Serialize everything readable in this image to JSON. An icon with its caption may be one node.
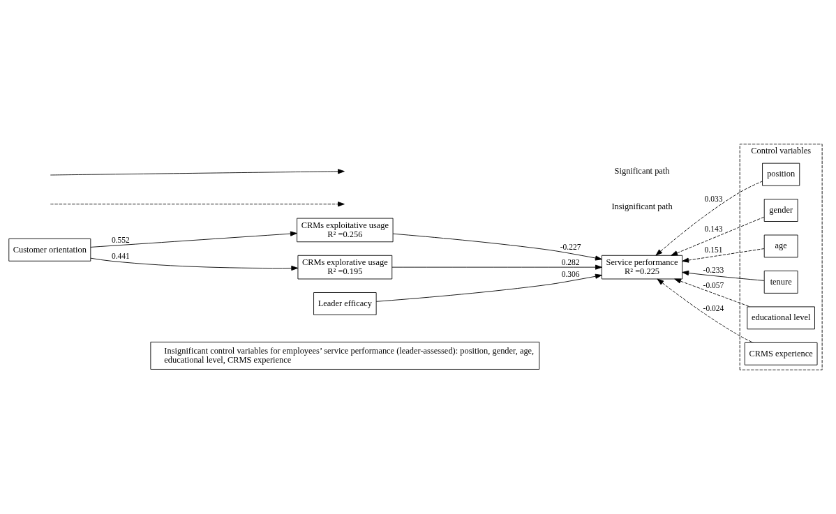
{
  "diagram": {
    "nodes": [
      {
        "text": [
          "Customer orientation"
        ]
      },
      {
        "text": [
          "CRMs exploitative usage",
          "R² =0.256"
        ]
      },
      {
        "text": [
          "CRMs explorative usage",
          "R² =0.195"
        ]
      },
      {
        "text": [
          "Leader efficacy"
        ]
      },
      {
        "text": [
          "Service performance",
          "R² =0.225"
        ]
      },
      {
        "text": [
          "Control variables"
        ]
      },
      {
        "text": [
          "position"
        ],
        "in": 5
      },
      {
        "text": [
          "gender"
        ],
        "in": 5
      },
      {
        "text": [
          "age"
        ],
        "in": 5
      },
      {
        "text": [
          "tenure"
        ],
        "in": 5
      },
      {
        "text": [
          "educational level"
        ],
        "in": 5
      },
      {
        "text": [
          "CRMS experience"
        ],
        "in": 5
      },
      {
        "text": [
          "Insignificant control variables for employees’ service performance (leader-assessed): position, gender, age, educational level, CRMS experience"
        ]
      }
    ],
    "edges": [
      {
        "from": 0,
        "to": 1,
        "arrow": "to",
        "label": "0.552"
      },
      {
        "from": 0,
        "to": 2,
        "arrow": "to",
        "label": "0.441"
      },
      {
        "from": 1,
        "to": 4,
        "arrow": "to",
        "label": "-0.227"
      },
      {
        "from": 2,
        "to": 4,
        "arrow": "to",
        "label": "0.282"
      },
      {
        "from": 3,
        "to": 4,
        "arrow": "to",
        "label": "0.306"
      },
      {
        "from": 6,
        "to": 4,
        "arrow": "to",
        "label": "0.033",
        "style": "dashed"
      },
      {
        "from": 7,
        "to": 4,
        "arrow": "to",
        "label": "0.143",
        "style": "dashed"
      },
      {
        "from": 8,
        "to": 4,
        "arrow": "to",
        "label": "0.151",
        "style": "dashed"
      },
      {
        "from": 9,
        "to": 4,
        "arrow": "to",
        "label": "-0.233"
      },
      {
        "from": 10,
        "to": 4,
        "arrow": "to",
        "label": "-0.057",
        "style": "dashed"
      },
      {
        "from": 11,
        "to": 4,
        "arrow": "to",
        "label": "-0.024",
        "style": "dashed"
      }
    ],
    "legend": [
      {
        "text": "Significant path"
      },
      {
        "text": "Insignificant path"
      }
    ]
  }
}
